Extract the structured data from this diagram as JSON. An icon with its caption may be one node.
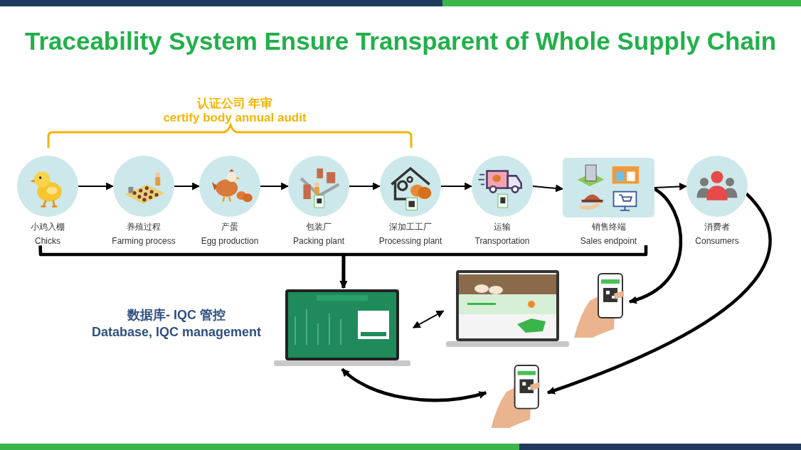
{
  "diagram": {
    "title": "Traceability System Ensure Transparent of Whole Supply Chain",
    "nodes": [
      {
        "text": [
          "小鸡入棚",
          "Chicks"
        ]
      },
      {
        "text": [
          "养殖过程",
          "Farming process"
        ]
      },
      {
        "text": [
          "产蛋",
          "Egg production"
        ]
      },
      {
        "text": [
          "包装厂",
          "Packing plant"
        ]
      },
      {
        "text": [
          "深加工工厂",
          "Processing plant"
        ]
      },
      {
        "text": [
          "运输",
          "Transportation"
        ]
      },
      {
        "text": [
          "销售终端",
          "Sales endpoint"
        ]
      },
      {
        "text": [
          "消费者",
          "Consumers"
        ]
      },
      {
        "text": [],
        "shape": "picture",
        "beside": [
          "数据库- IQC 管控",
          "Database, IQC management"
        ]
      },
      {
        "text": [],
        "shape": "picture"
      },
      {
        "text": [],
        "shape": "picture"
      },
      {
        "text": [],
        "shape": "picture"
      }
    ],
    "edges": [
      {
        "from": 0,
        "to": 1,
        "arrow": "to"
      },
      {
        "from": 1,
        "to": 2,
        "arrow": "to"
      },
      {
        "from": 2,
        "to": 3,
        "arrow": "to"
      },
      {
        "from": 3,
        "to": 4,
        "arrow": "to"
      },
      {
        "from": 4,
        "to": 5,
        "arrow": "to"
      },
      {
        "from": 5,
        "to": 6,
        "arrow": "to"
      },
      {
        "from": 6,
        "to": 7,
        "arrow": "to"
      },
      {
        "from": 0,
        "to": 8,
        "arrow": "to",
        "style": "thick"
      },
      {
        "from": 6,
        "to": 8,
        "arrow": "to",
        "style": "thick"
      },
      {
        "from": 8,
        "to": 9,
        "arrow": "both"
      },
      {
        "from": 6,
        "to": 10,
        "arrow": "to",
        "style": "thick"
      },
      {
        "from": 7,
        "to": 11,
        "arrow": "to",
        "style": "thick"
      },
      {
        "from": 8,
        "to": 11,
        "arrow": "both",
        "style": "thick"
      }
    ],
    "labels": [
      "认证公司 年审",
      "certify body annual audit"
    ]
  }
}
